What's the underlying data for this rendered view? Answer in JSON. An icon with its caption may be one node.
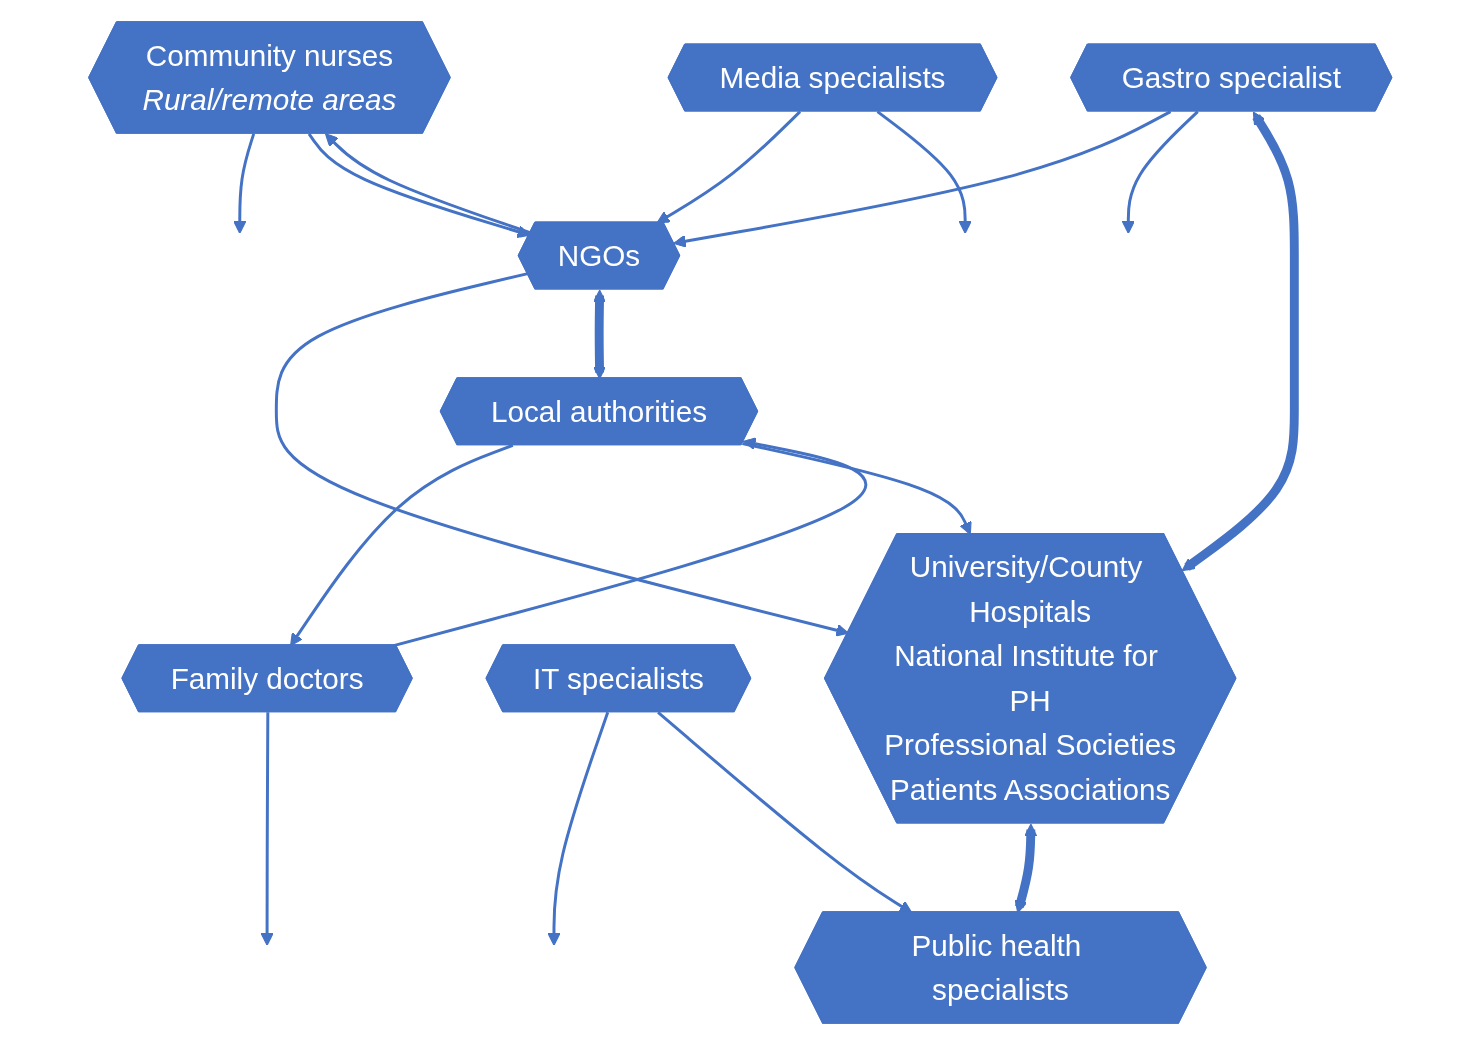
{
  "diagram": {
    "nodes": [
      {
        "text": [
          "Community nurses",
          "Rural/remote areas"
        ]
      },
      {
        "text": [
          "Family doctors"
        ]
      },
      {
        "text": [
          "Media specialists"
        ]
      },
      {
        "text": [
          "NGOs"
        ]
      },
      {
        "text": [
          "Local authorities"
        ]
      },
      {
        "text": [
          "IT specialists"
        ]
      },
      {
        "text": [
          "Gastro specialist"
        ]
      },
      {
        "text": [
          "University/County Hospitals",
          "National Institute for PH",
          "Professional Societies",
          "Patients Associations"
        ]
      },
      {
        "text": [
          "Public health specialists"
        ]
      }
    ],
    "edges": [
      {
        "from": 0,
        "to": null,
        "arrow": "to"
      },
      {
        "from": 1,
        "to": null,
        "arrow": "to"
      },
      {
        "from": 0,
        "to": 3,
        "arrow": "to"
      },
      {
        "from": 3,
        "to": 0,
        "arrow": "to"
      },
      {
        "from": 1,
        "to": 4,
        "arrow": "to"
      },
      {
        "from": 4,
        "to": 1,
        "arrow": "to"
      },
      {
        "from": 2,
        "to": 3,
        "arrow": "to"
      },
      {
        "from": 2,
        "to": null,
        "arrow": "to"
      },
      {
        "from": 6,
        "to": 3,
        "arrow": "to"
      },
      {
        "from": 3,
        "to": 7,
        "arrow": "to"
      },
      {
        "from": 4,
        "to": 7,
        "arrow": "to"
      },
      {
        "from": 5,
        "to": null,
        "arrow": "to"
      },
      {
        "from": 5,
        "to": 8,
        "arrow": "to"
      },
      {
        "from": 6,
        "to": null,
        "arrow": "to"
      },
      {
        "from": 3,
        "to": 4,
        "arrow": "both",
        "style": "thick"
      },
      {
        "from": 6,
        "to": 7,
        "arrow": "both",
        "style": "thick"
      },
      {
        "from": 7,
        "to": 8,
        "arrow": "both",
        "style": "thick"
      }
    ]
  }
}
